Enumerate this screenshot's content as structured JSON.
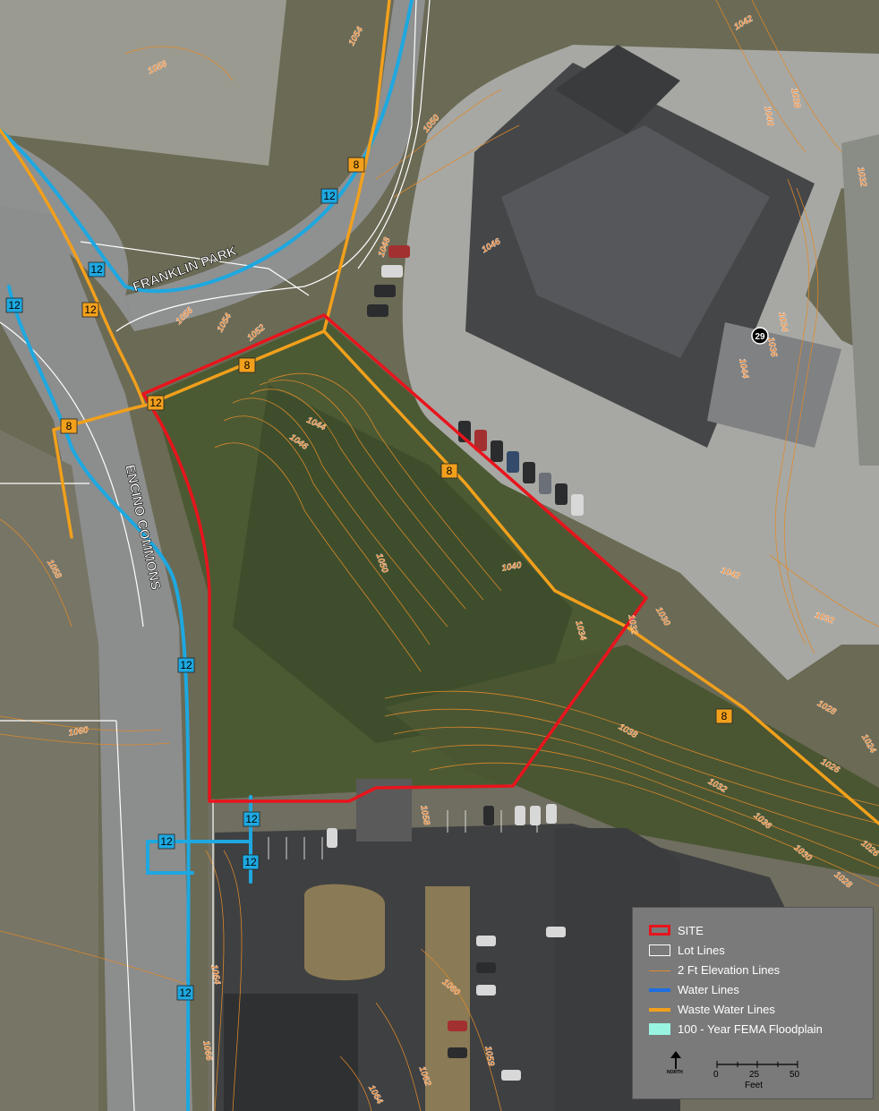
{
  "colors": {
    "site": "#e8141c",
    "lot_lines": "#ffffff",
    "elevation": "#e08a2a",
    "water": "#1ea8e0",
    "wastewater": "#f2a01c",
    "floodplain": "#98f5e1"
  },
  "roads": {
    "franklin_park": "FRANKLIN PARK",
    "encino_commons": "ENCINO COMMONS"
  },
  "pipe_labels": {
    "water": [
      "12",
      "12",
      "12",
      "12",
      "12",
      "12",
      "12",
      "12"
    ],
    "wastewater": [
      "8",
      "12",
      "8",
      "12",
      "8",
      "8",
      "8"
    ]
  },
  "marker": "29",
  "contour_labels": [
    "1058",
    "1054",
    "1042",
    "1038",
    "1040",
    "1050",
    "1048",
    "1046",
    "1056",
    "1054",
    "1052",
    "1044",
    "1046",
    "1032",
    "1034",
    "1036",
    "1044",
    "1050",
    "1040",
    "1030",
    "1032",
    "1034",
    "1042",
    "1032",
    "1058",
    "1028",
    "1060",
    "1038",
    "1024",
    "1026",
    "1032",
    "1036",
    "1030",
    "1028",
    "1026",
    "1058",
    "1060",
    "1064",
    "1066",
    "1059",
    "1062",
    "1064"
  ],
  "legend": {
    "items": [
      {
        "id": "site",
        "label": "SITE",
        "icon": "red-outline-box"
      },
      {
        "id": "lot",
        "label": "Lot Lines",
        "icon": "white-outline-box"
      },
      {
        "id": "elev",
        "label": "2 Ft Elevation Lines",
        "icon": "thin-orange-line"
      },
      {
        "id": "water",
        "label": "Water Lines",
        "icon": "blue-line"
      },
      {
        "id": "waste",
        "label": "Waste Water Lines",
        "icon": "orange-line"
      },
      {
        "id": "flood",
        "label": "100 - Year FEMA Floodplain",
        "icon": "cyan-fill-box"
      }
    ],
    "north_label": "NORTH",
    "scale_ticks": [
      "0",
      "25",
      "50"
    ],
    "scale_unit": "Feet"
  }
}
